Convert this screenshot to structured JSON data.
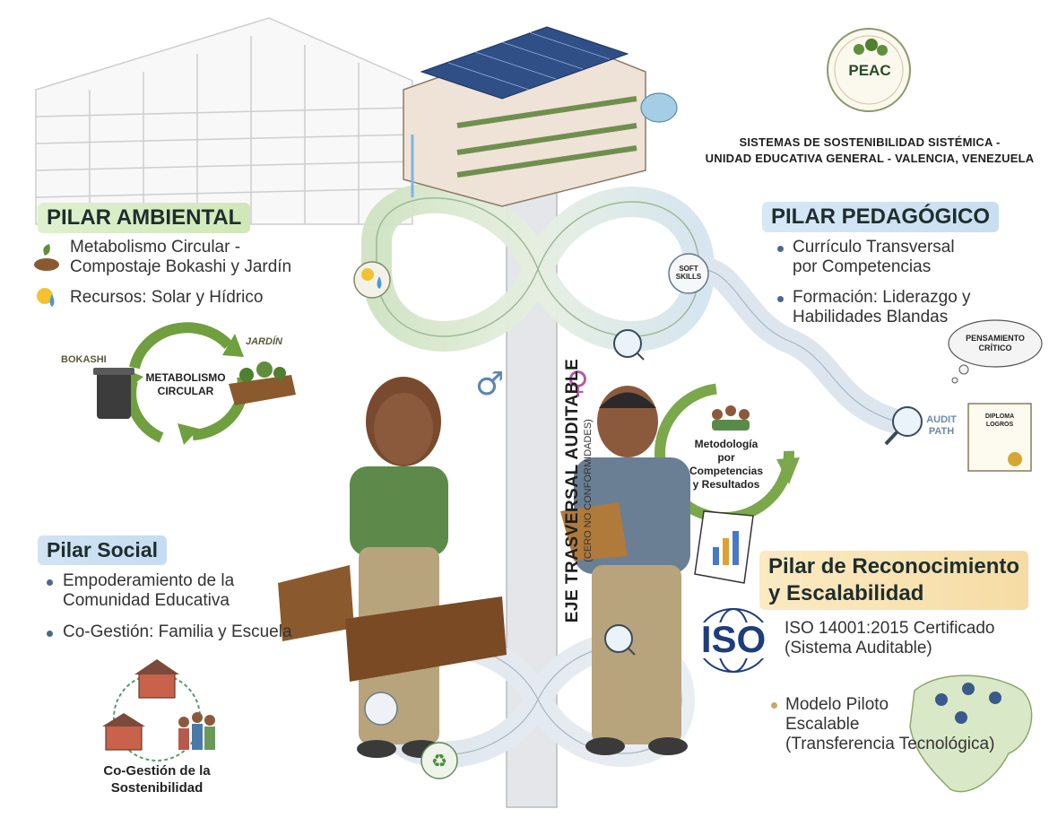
{
  "header": {
    "logo_text": "PEAC",
    "title_line1": "SISTEMAS DE SOSTENIBILIDAD SISTÉMICA -",
    "title_line2": "UNIDAD EDUCATIVA GENERAL - VALENCIA, VENEZUELA"
  },
  "ambiental": {
    "title": "PILAR AMBIENTAL",
    "items": [
      "Metabolismo Circular -\nCompostaje Bokashi y Jardín",
      "Recursos: Solar y Hídrico"
    ],
    "cycle_center": "METABOLISMO\nCIRCULAR",
    "bokashi_label": "BOKASHI",
    "jardin_label": "JARDÍN"
  },
  "pedagogico": {
    "title": "PILAR PEDAGÓGICO",
    "items": [
      "Currículo Transversal\npor Competencias",
      "Formación: Liderazgo y\nHabilidades Blandas"
    ],
    "thought_bubble": "PENSAMIENTO\nCRÍTICO",
    "soft_skills": "SOFT\nSKILLS",
    "audit_path": "AUDIT\nPATH",
    "diploma": "DIPLOMA\nLOGROS"
  },
  "eje": {
    "title": "EJE TRASVERSAL AUDITABLE",
    "subtitle": "(CERO NO CONFORMIDADES)"
  },
  "metodologia": {
    "label": "Metodología\npor Competencias\ny Resultados"
  },
  "social": {
    "title": "Pilar Social",
    "items": [
      "Empoderamiento de la\nComunidad Educativa",
      "Co-Gestión: Familia y Escuela"
    ],
    "cogestion": "Co-Gestión de la\nSostenibilidad"
  },
  "reconocimiento": {
    "title_line1": "Pilar de Reconocimiento",
    "title_line2": "y Escalabilidad",
    "iso_logo": "ISO",
    "items": [
      "ISO 14001:2015 Certificado\n(Sistema Auditable)",
      "Modelo Piloto\nEscalable\n(Transferencia Tecnológica)"
    ]
  },
  "colors": {
    "ambiental_green": "#7aa84a",
    "pedagogico_blue": "#5d8fbf",
    "social_blue": "#4a78a8",
    "recognition_gold": "#e8c274",
    "loop_band": "#dbe9d2"
  },
  "icons": [
    "compost-icon",
    "sun-water-icon",
    "magnifier-icon",
    "recycle-icon",
    "male-symbol-icon",
    "female-symbol-icon",
    "school-icon",
    "family-icon",
    "iso-globe-icon",
    "map-icon"
  ]
}
